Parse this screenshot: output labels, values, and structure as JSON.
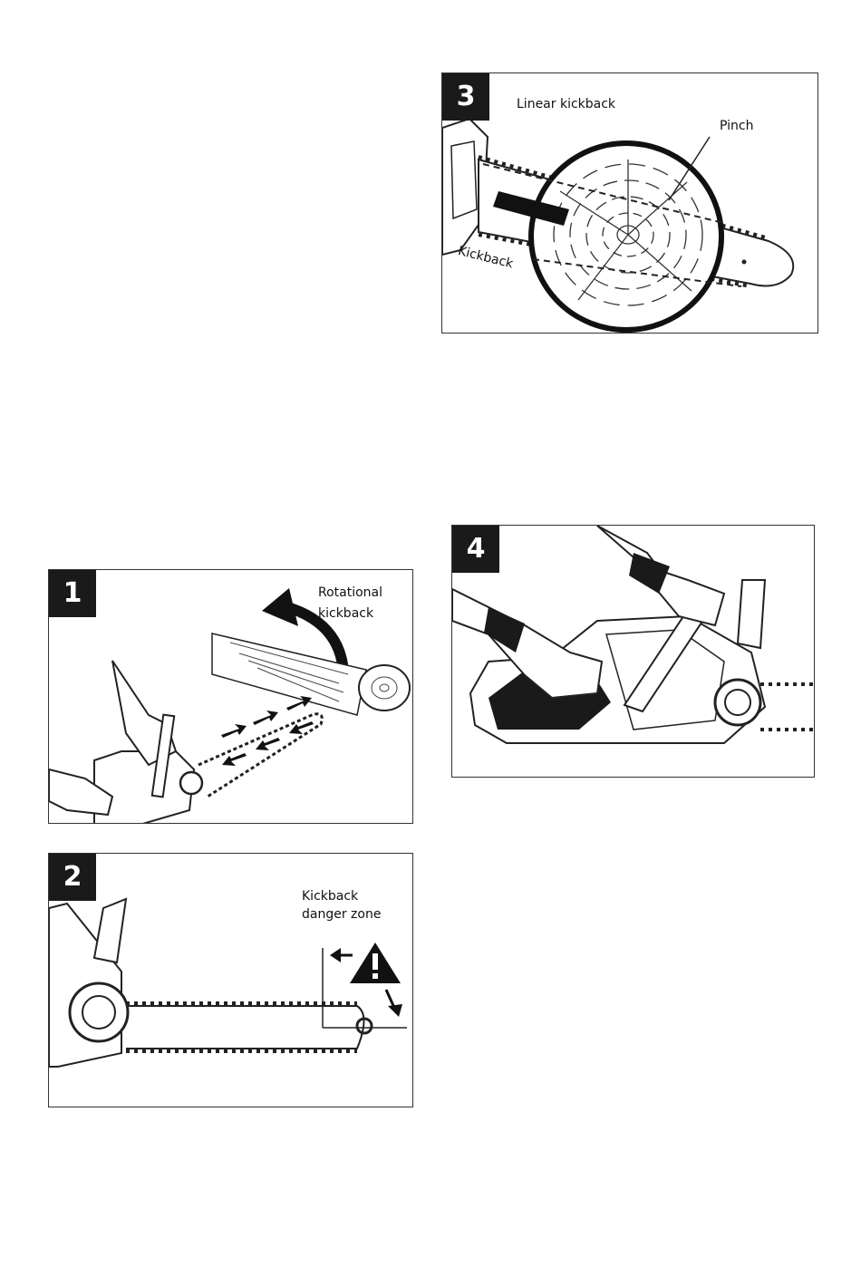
{
  "figures": [
    {
      "number": "3",
      "labels": {
        "title": "Linear kickback",
        "pinch": "Pinch",
        "kickback": "Kickback"
      }
    },
    {
      "number": "4"
    },
    {
      "number": "1",
      "labels": {
        "line1": "Rotational",
        "line2": "kickback"
      }
    },
    {
      "number": "2",
      "labels": {
        "line1": "Kickback",
        "line2": "danger zone"
      }
    }
  ]
}
